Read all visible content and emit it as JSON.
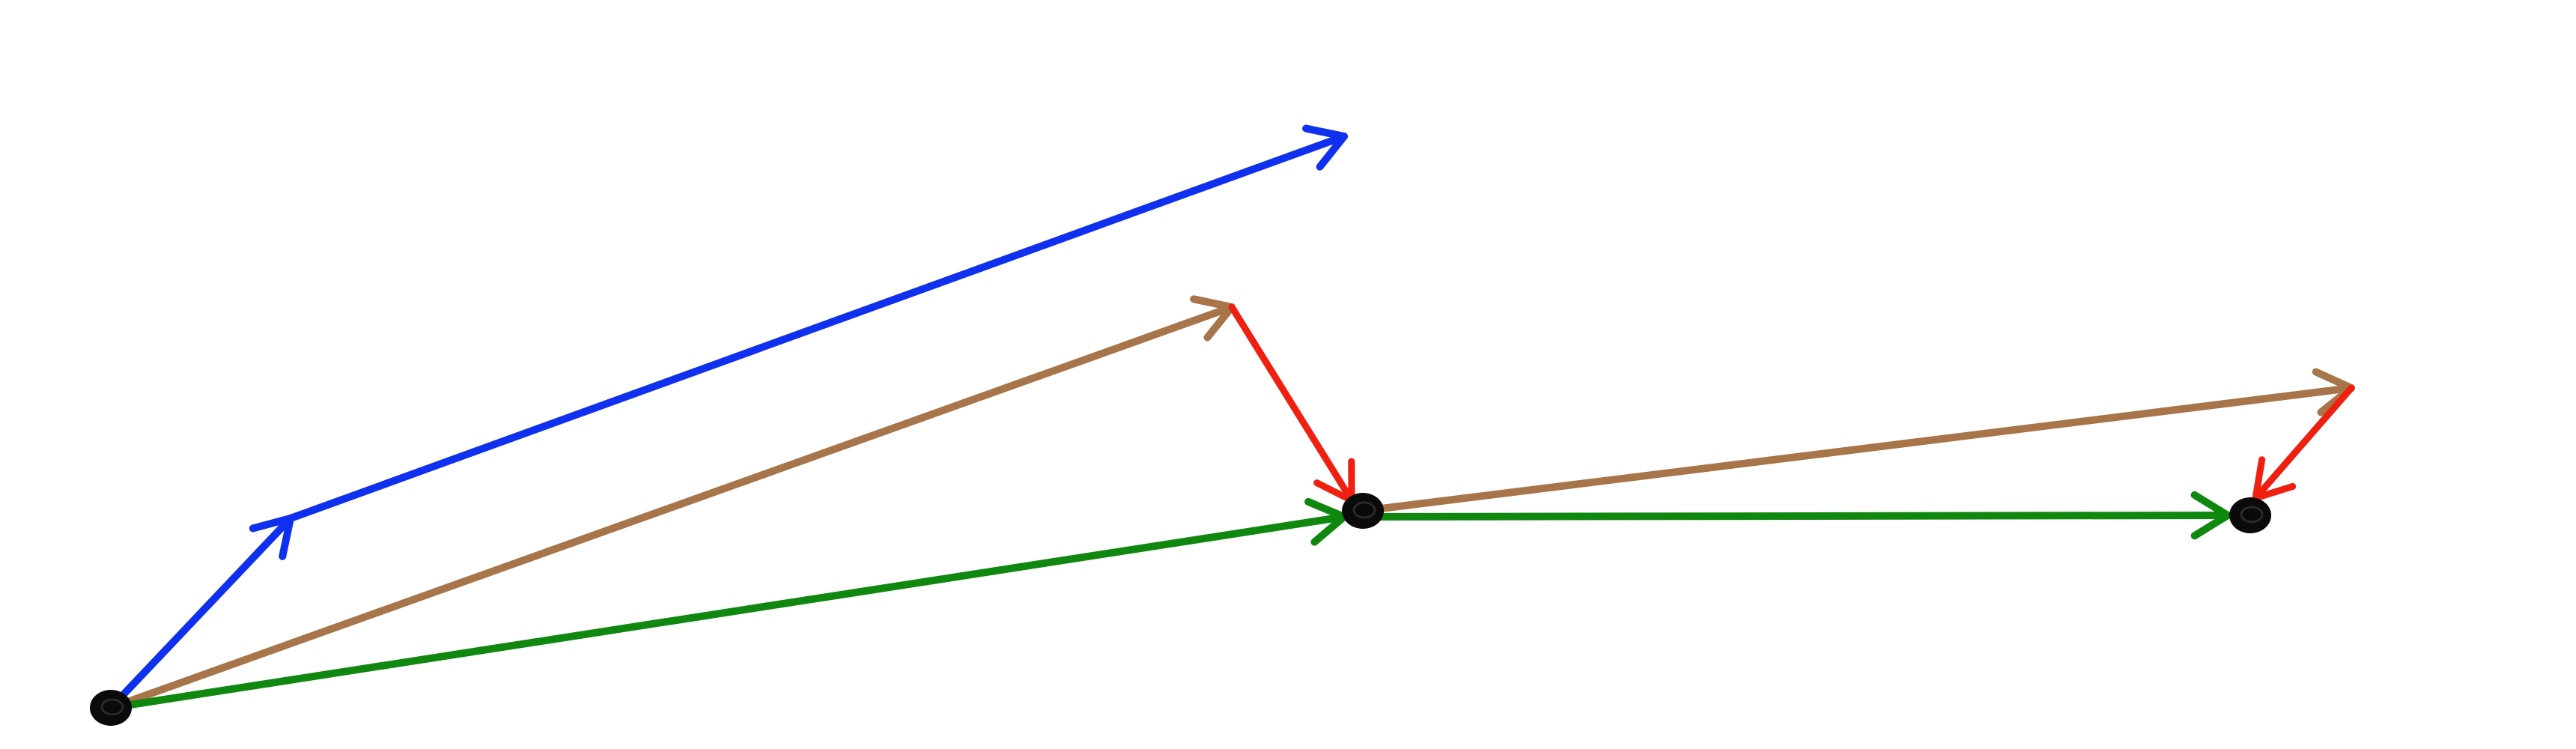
{
  "colors": {
    "background": "#ffffff",
    "blue": "#1030f0",
    "brown": "#a8744a",
    "red": "#f02010",
    "green": "#108810",
    "point": "#0a0a0a"
  },
  "diagram": {
    "points": [
      {
        "id": "p0",
        "name": "start-point"
      },
      {
        "id": "p1",
        "name": "middle-point"
      },
      {
        "id": "p2",
        "name": "end-point"
      }
    ],
    "arrows": [
      {
        "id": "blue-short",
        "color": "blue"
      },
      {
        "id": "blue-long",
        "color": "blue"
      },
      {
        "id": "brown-1",
        "color": "brown"
      },
      {
        "id": "red-1",
        "color": "red"
      },
      {
        "id": "green-1",
        "color": "green"
      },
      {
        "id": "brown-2",
        "color": "brown"
      },
      {
        "id": "green-2",
        "color": "green"
      },
      {
        "id": "red-2",
        "color": "red"
      }
    ]
  }
}
